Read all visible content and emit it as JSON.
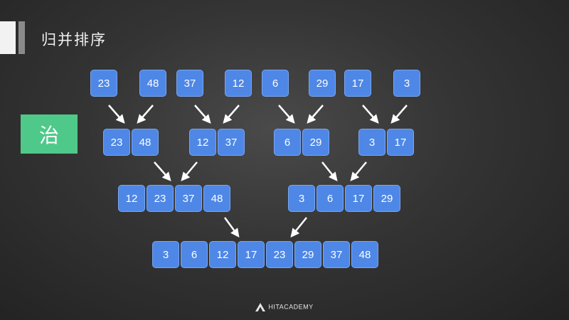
{
  "slide": {
    "title": "归并排序",
    "label": "治",
    "footer_brand": "HITACADEMY"
  },
  "diagram": {
    "levels": [
      {
        "groups": [
          [
            "23"
          ],
          [
            "48"
          ],
          [
            "37"
          ],
          [
            "12"
          ],
          [
            "6"
          ],
          [
            "29"
          ],
          [
            "17"
          ],
          [
            "3"
          ]
        ]
      },
      {
        "groups": [
          [
            "23",
            "48"
          ],
          [
            "12",
            "37"
          ],
          [
            "6",
            "29"
          ],
          [
            "3",
            "17"
          ]
        ]
      },
      {
        "groups": [
          [
            "12",
            "23",
            "37",
            "48"
          ],
          [
            "3",
            "6",
            "17",
            "29"
          ]
        ]
      },
      {
        "groups": [
          [
            "3",
            "6",
            "12",
            "17",
            "23",
            "29",
            "37",
            "48"
          ]
        ]
      }
    ]
  },
  "colors": {
    "cell": "#4e87e6",
    "label": "#4fc98a",
    "arrow": "#ffffff"
  }
}
